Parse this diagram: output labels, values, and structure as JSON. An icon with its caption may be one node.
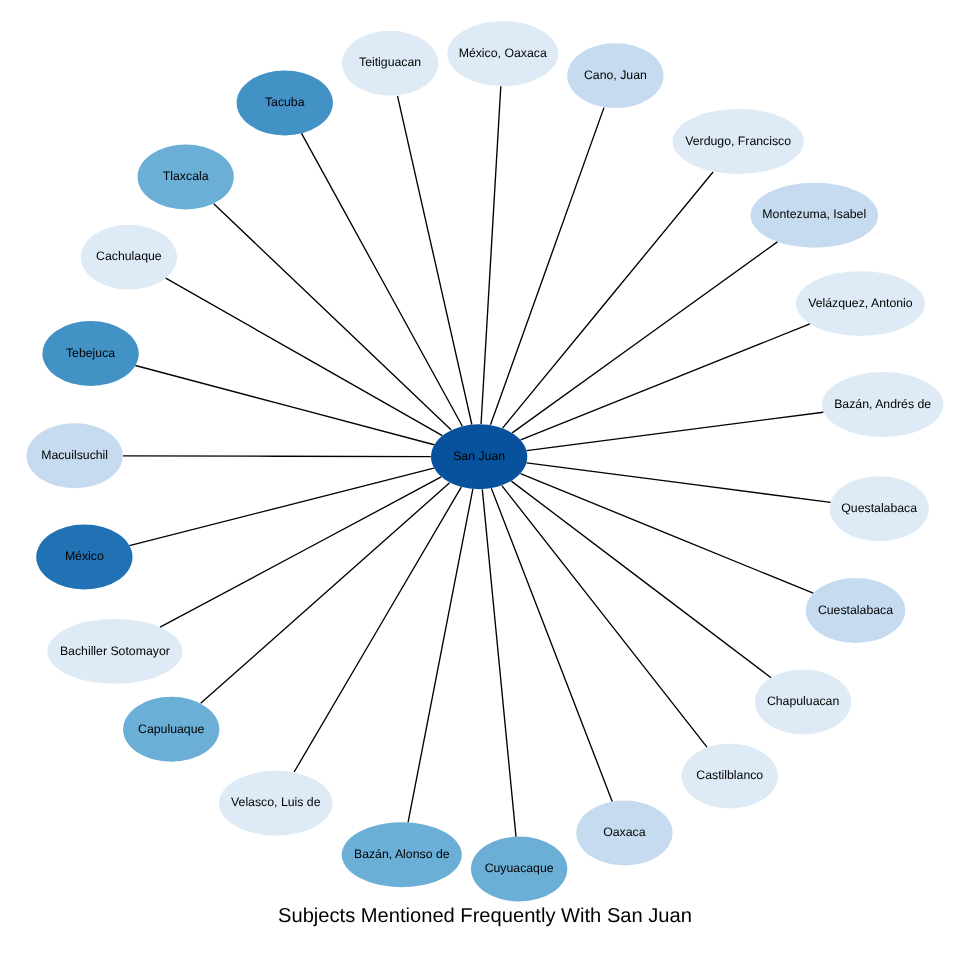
{
  "diagram": {
    "title": "Subjects Mentioned Frequently With San Juan",
    "nodes": [
      {
        "text": [
          "San Juan"
        ]
      },
      {
        "text": [
          "Bazán, Andrés de"
        ]
      },
      {
        "text": [
          "Velázquez, Antonio"
        ]
      },
      {
        "text": [
          "Montezuma, Isabel"
        ]
      },
      {
        "text": [
          "Verdugo, Francisco"
        ]
      },
      {
        "text": [
          "Cano, Juan"
        ]
      },
      {
        "text": [
          "México, Oaxaca"
        ]
      },
      {
        "text": [
          "Teitiguacan"
        ]
      },
      {
        "text": [
          "Tacuba"
        ]
      },
      {
        "text": [
          "Tlaxcala"
        ]
      },
      {
        "text": [
          "Cachulaque"
        ]
      },
      {
        "text": [
          "Tebejuca"
        ]
      },
      {
        "text": [
          "Macuilsuchil"
        ]
      },
      {
        "text": [
          "México"
        ]
      },
      {
        "text": [
          "Bachiller Sotomayor"
        ]
      },
      {
        "text": [
          "Capuluaque"
        ]
      },
      {
        "text": [
          "Velasco, Luis de"
        ]
      },
      {
        "text": [
          "Bazán, Alonso de"
        ]
      },
      {
        "text": [
          "Cuyuacaque"
        ]
      },
      {
        "text": [
          "Oaxaca"
        ]
      },
      {
        "text": [
          "Castilblanco"
        ]
      },
      {
        "text": [
          "Chapuluacan"
        ]
      },
      {
        "text": [
          "Cuestalabaca"
        ]
      },
      {
        "text": [
          "Questalabaca"
        ]
      }
    ],
    "edges": [
      {
        "from": 0,
        "to": 1,
        "arrow": "none"
      },
      {
        "from": 0,
        "to": 2,
        "arrow": "none"
      },
      {
        "from": 0,
        "to": 3,
        "arrow": "none"
      },
      {
        "from": 0,
        "to": 4,
        "arrow": "none"
      },
      {
        "from": 0,
        "to": 5,
        "arrow": "none"
      },
      {
        "from": 0,
        "to": 6,
        "arrow": "none"
      },
      {
        "from": 0,
        "to": 7,
        "arrow": "none"
      },
      {
        "from": 0,
        "to": 8,
        "arrow": "none"
      },
      {
        "from": 0,
        "to": 9,
        "arrow": "none"
      },
      {
        "from": 0,
        "to": 10,
        "arrow": "none"
      },
      {
        "from": 0,
        "to": 11,
        "arrow": "none"
      },
      {
        "from": 0,
        "to": 12,
        "arrow": "none"
      },
      {
        "from": 0,
        "to": 13,
        "arrow": "none"
      },
      {
        "from": 0,
        "to": 14,
        "arrow": "none"
      },
      {
        "from": 0,
        "to": 15,
        "arrow": "none"
      },
      {
        "from": 0,
        "to": 16,
        "arrow": "none"
      },
      {
        "from": 0,
        "to": 17,
        "arrow": "none"
      },
      {
        "from": 0,
        "to": 18,
        "arrow": "none"
      },
      {
        "from": 0,
        "to": 19,
        "arrow": "none"
      },
      {
        "from": 0,
        "to": 20,
        "arrow": "none"
      },
      {
        "from": 0,
        "to": 21,
        "arrow": "none"
      },
      {
        "from": 0,
        "to": 22,
        "arrow": "none"
      },
      {
        "from": 0,
        "to": 23,
        "arrow": "none"
      }
    ]
  }
}
